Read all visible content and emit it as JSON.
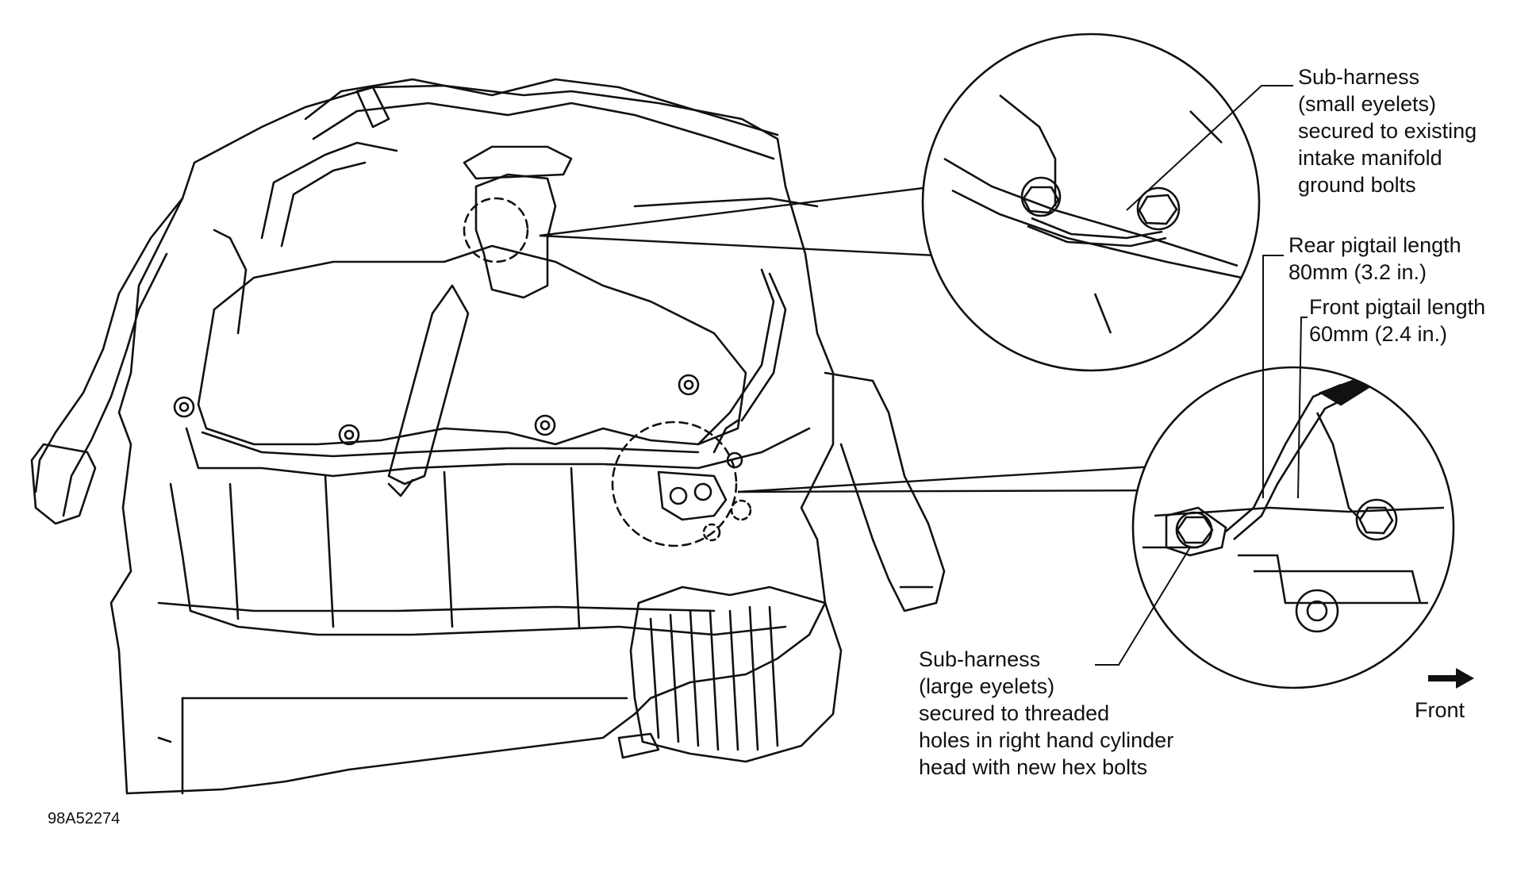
{
  "callouts": {
    "small_eyelets": [
      "Sub-harness",
      "(small eyelets)",
      "secured to existing",
      "intake manifold",
      "ground bolts"
    ],
    "rear_pigtail": [
      "Rear pigtail length",
      "80mm (3.2 in.)"
    ],
    "front_pigtail": [
      "Front pigtail length",
      "60mm (2.4 in.)"
    ],
    "large_eyelets": [
      "Sub-harness",
      "(large eyelets)",
      "secured to threaded",
      "holes in right hand cylinder",
      "head with new hex bolts"
    ],
    "direction": "Front"
  },
  "figure_id": "98A52274",
  "colors": {
    "ink": "#111111",
    "paper": "#ffffff"
  },
  "icons": {
    "direction": "right-arrow-icon"
  }
}
